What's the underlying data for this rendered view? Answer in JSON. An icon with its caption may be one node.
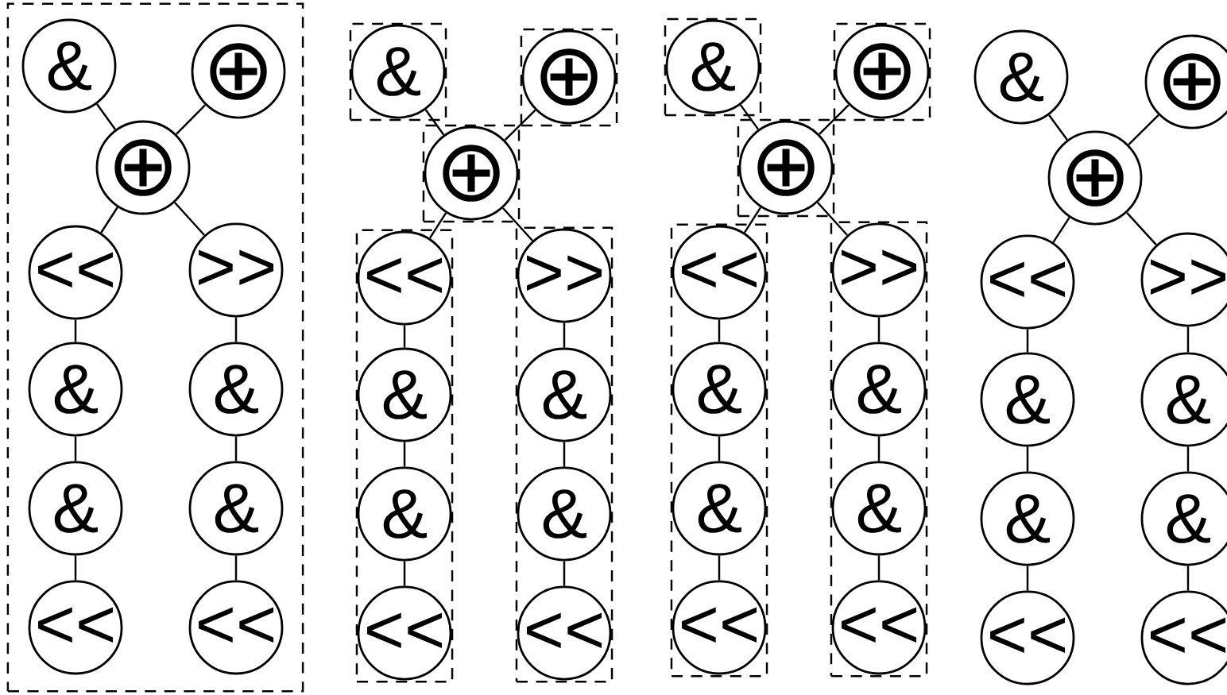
{
  "diagram": {
    "nodes": [
      {
        "text": [],
        "shape": "box"
      },
      {
        "text": [
          "&"
        ],
        "in": 0
      },
      {
        "text": [
          "⊕"
        ],
        "in": 0
      },
      {
        "text": [
          "⊕"
        ],
        "in": 0
      },
      {
        "text": [
          "<<"
        ],
        "in": 0
      },
      {
        "text": [
          "&"
        ],
        "in": 0
      },
      {
        "text": [
          "&"
        ],
        "in": 0
      },
      {
        "text": [
          "<<"
        ],
        "in": 0
      },
      {
        "text": [
          ">>"
        ],
        "in": 0
      },
      {
        "text": [
          "&"
        ],
        "in": 0
      },
      {
        "text": [
          "&"
        ],
        "in": 0
      },
      {
        "text": [
          "<<"
        ],
        "in": 0
      },
      {
        "text": [],
        "shape": "box"
      },
      {
        "text": [
          "&"
        ],
        "in": 12
      },
      {
        "text": [],
        "shape": "box"
      },
      {
        "text": [
          "⊕"
        ],
        "in": 14
      },
      {
        "text": [],
        "shape": "box"
      },
      {
        "text": [
          "⊕"
        ],
        "in": 16
      },
      {
        "text": [],
        "shape": "box"
      },
      {
        "text": [
          "<<"
        ],
        "in": 18
      },
      {
        "text": [
          "&"
        ],
        "in": 18
      },
      {
        "text": [
          "&"
        ],
        "in": 18
      },
      {
        "text": [
          "<<"
        ],
        "in": 18
      },
      {
        "text": [],
        "shape": "box"
      },
      {
        "text": [
          ">>"
        ],
        "in": 23
      },
      {
        "text": [
          "&"
        ],
        "in": 23
      },
      {
        "text": [
          "&"
        ],
        "in": 23
      },
      {
        "text": [
          "<<"
        ],
        "in": 23
      },
      {
        "text": [],
        "shape": "box"
      },
      {
        "text": [
          "&"
        ],
        "in": 28
      },
      {
        "text": [],
        "shape": "box"
      },
      {
        "text": [
          "⊕"
        ],
        "in": 30
      },
      {
        "text": [],
        "shape": "box"
      },
      {
        "text": [
          "⊕"
        ],
        "in": 32
      },
      {
        "text": [],
        "shape": "box"
      },
      {
        "text": [
          "<<"
        ],
        "in": 34
      },
      {
        "text": [
          "&"
        ],
        "in": 34
      },
      {
        "text": [
          "&"
        ],
        "in": 34
      },
      {
        "text": [
          "<<"
        ],
        "in": 34
      },
      {
        "text": [],
        "shape": "box"
      },
      {
        "text": [
          ">>"
        ],
        "in": 39
      },
      {
        "text": [
          "&"
        ],
        "in": 39
      },
      {
        "text": [
          "&"
        ],
        "in": 39
      },
      {
        "text": [
          "<<"
        ],
        "in": 39
      },
      {
        "text": [
          "&"
        ]
      },
      {
        "text": [
          "⊕"
        ]
      },
      {
        "text": [
          "⊕"
        ]
      },
      {
        "text": [
          "<<"
        ]
      },
      {
        "text": [
          "&"
        ]
      },
      {
        "text": [
          "&"
        ]
      },
      {
        "text": [
          "<<"
        ]
      },
      {
        "text": [
          ">>"
        ]
      },
      {
        "text": [
          "&"
        ]
      },
      {
        "text": [
          "&"
        ]
      },
      {
        "text": [
          "<<"
        ]
      }
    ],
    "edges": [
      {
        "from": 1,
        "to": 3,
        "arrow": "none"
      },
      {
        "from": 2,
        "to": 3,
        "arrow": "none"
      },
      {
        "from": 3,
        "to": 4,
        "arrow": "none"
      },
      {
        "from": 3,
        "to": 8,
        "arrow": "none"
      },
      {
        "from": 4,
        "to": 5,
        "arrow": "none"
      },
      {
        "from": 5,
        "to": 6,
        "arrow": "none"
      },
      {
        "from": 6,
        "to": 7,
        "arrow": "none"
      },
      {
        "from": 8,
        "to": 9,
        "arrow": "none"
      },
      {
        "from": 9,
        "to": 10,
        "arrow": "none"
      },
      {
        "from": 10,
        "to": 11,
        "arrow": "none"
      },
      {
        "from": 13,
        "to": 17,
        "arrow": "none"
      },
      {
        "from": 15,
        "to": 17,
        "arrow": "none"
      },
      {
        "from": 17,
        "to": 19,
        "arrow": "none"
      },
      {
        "from": 17,
        "to": 24,
        "arrow": "none"
      },
      {
        "from": 19,
        "to": 20,
        "arrow": "none"
      },
      {
        "from": 20,
        "to": 21,
        "arrow": "none"
      },
      {
        "from": 21,
        "to": 22,
        "arrow": "none"
      },
      {
        "from": 24,
        "to": 25,
        "arrow": "none"
      },
      {
        "from": 25,
        "to": 26,
        "arrow": "none"
      },
      {
        "from": 26,
        "to": 27,
        "arrow": "none"
      },
      {
        "from": 29,
        "to": 33,
        "arrow": "none"
      },
      {
        "from": 31,
        "to": 33,
        "arrow": "none"
      },
      {
        "from": 33,
        "to": 35,
        "arrow": "none"
      },
      {
        "from": 33,
        "to": 40,
        "arrow": "none"
      },
      {
        "from": 35,
        "to": 36,
        "arrow": "none"
      },
      {
        "from": 36,
        "to": 37,
        "arrow": "none"
      },
      {
        "from": 37,
        "to": 38,
        "arrow": "none"
      },
      {
        "from": 40,
        "to": 41,
        "arrow": "none"
      },
      {
        "from": 41,
        "to": 42,
        "arrow": "none"
      },
      {
        "from": 42,
        "to": 43,
        "arrow": "none"
      },
      {
        "from": 44,
        "to": 46,
        "arrow": "none"
      },
      {
        "from": 45,
        "to": 46,
        "arrow": "none"
      },
      {
        "from": 46,
        "to": 47,
        "arrow": "none"
      },
      {
        "from": 46,
        "to": 51,
        "arrow": "none"
      },
      {
        "from": 47,
        "to": 48,
        "arrow": "none"
      },
      {
        "from": 48,
        "to": 49,
        "arrow": "none"
      },
      {
        "from": 49,
        "to": 50,
        "arrow": "none"
      },
      {
        "from": 51,
        "to": 52,
        "arrow": "none"
      },
      {
        "from": 52,
        "to": 53,
        "arrow": "none"
      },
      {
        "from": 53,
        "to": 54,
        "arrow": "none"
      }
    ]
  }
}
